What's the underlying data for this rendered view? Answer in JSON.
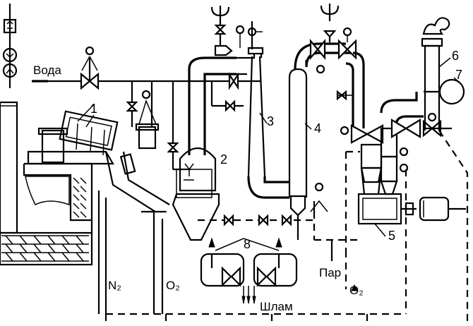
{
  "labels": {
    "water": "Вода",
    "steam": "Пар",
    "sludge": "Шлам",
    "n2": "N₂",
    "o2_left": "O₂",
    "o2_right": "O₂"
  },
  "callouts": [
    "1",
    "2",
    "3",
    "4",
    "5",
    "6",
    "7",
    "8"
  ]
}
